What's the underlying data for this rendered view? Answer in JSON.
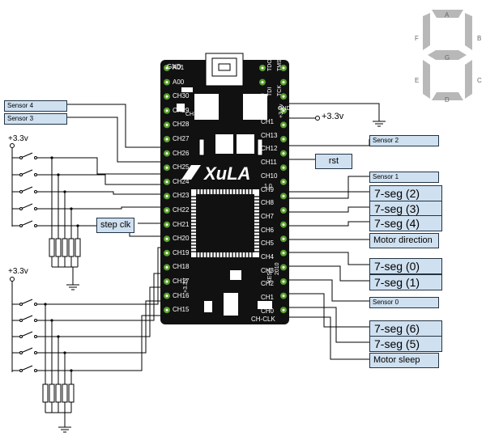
{
  "supply": {
    "label": "+3.3v"
  },
  "board": {
    "logo": "XuLA",
    "version": "1.0",
    "maker": "XESS",
    "year": "2010",
    "left_pins": [
      "A01",
      "A00",
      "CH30",
      "CH29",
      "CH28",
      "CH27",
      "CH26",
      "CH25",
      "CH24",
      "CH23",
      "CH22",
      "CH21",
      "CH20",
      "CH19",
      "CH18",
      "CH17",
      "CH16",
      "CH15"
    ],
    "right_pins": [
      "CH1",
      "CH13",
      "CH12",
      "CH11",
      "CH10",
      "CH9",
      "CH8",
      "CH7",
      "CH6",
      "CH5",
      "CH4",
      "CH3",
      "CH2",
      "CH1",
      "CH0"
    ],
    "top_labels": {
      "gnd": "GND",
      "tdo": "TDO",
      "tms": "TMS",
      "tdi": "TDI",
      "tck": "TCK",
      "ch31": "CH31",
      "gnd_right": "GND",
      "v33": "+3.3v"
    },
    "bottom_labels": {
      "v33": "+3.3V",
      "ch_clk": "CH-CLK"
    }
  },
  "labels": {
    "sensor4": "Sensor 4",
    "sensor3": "Sensor 3",
    "sensor2": "Sensor 2",
    "sensor1": "Sensor 1",
    "sensor0": "Sensor 0",
    "rst": "rst",
    "step_clk": "step clk",
    "seg2": "7-seg (2)",
    "seg3": "7-seg (3)",
    "seg4": "7-seg (4)",
    "motor_direction": "Motor direction",
    "seg0": "7-seg (0)",
    "seg1": "7-seg (1)",
    "seg6": "7-seg (6)",
    "seg5": "7-seg (5)",
    "motor_sleep": "Motor sleep"
  },
  "seven_segment": {
    "segments": [
      "A",
      "B",
      "C",
      "D",
      "E",
      "F",
      "G"
    ]
  },
  "colors": {
    "board": "#111111",
    "pad": "#5aa02c",
    "label_bg": "#cfe0f0",
    "segment": "#b8b8b8"
  }
}
